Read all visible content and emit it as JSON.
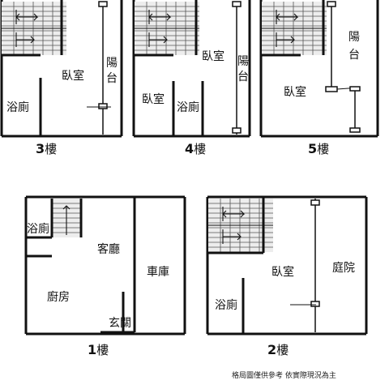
{
  "floors": {
    "f3": {
      "floor_number": "3",
      "floor_char": "樓",
      "bathroom": "浴廁",
      "bedroom": "臥室",
      "balcony": [
        "陽",
        "台"
      ]
    },
    "f4": {
      "floor_number": "4",
      "floor_char": "樓",
      "bedroom_a": "臥室",
      "bedroom_b": "臥室",
      "bathroom": "浴廁",
      "balcony": [
        "陽",
        "台"
      ]
    },
    "f5": {
      "floor_number": "5",
      "floor_char": "樓",
      "bedroom": "臥室",
      "balcony": [
        "陽",
        "台"
      ]
    },
    "f1": {
      "floor_number": "1",
      "floor_char": "樓",
      "bathroom": "浴廁",
      "living_room": "客廳",
      "kitchen": "廚房",
      "garage": "車庫",
      "entrance": "玄關"
    },
    "f2": {
      "floor_number": "2",
      "floor_char": "樓",
      "bedroom": "臥室",
      "courtyard": "庭院",
      "bathroom": "浴廁"
    }
  },
  "disclaimer": "格局圖僅供參考 依實際現況為主"
}
